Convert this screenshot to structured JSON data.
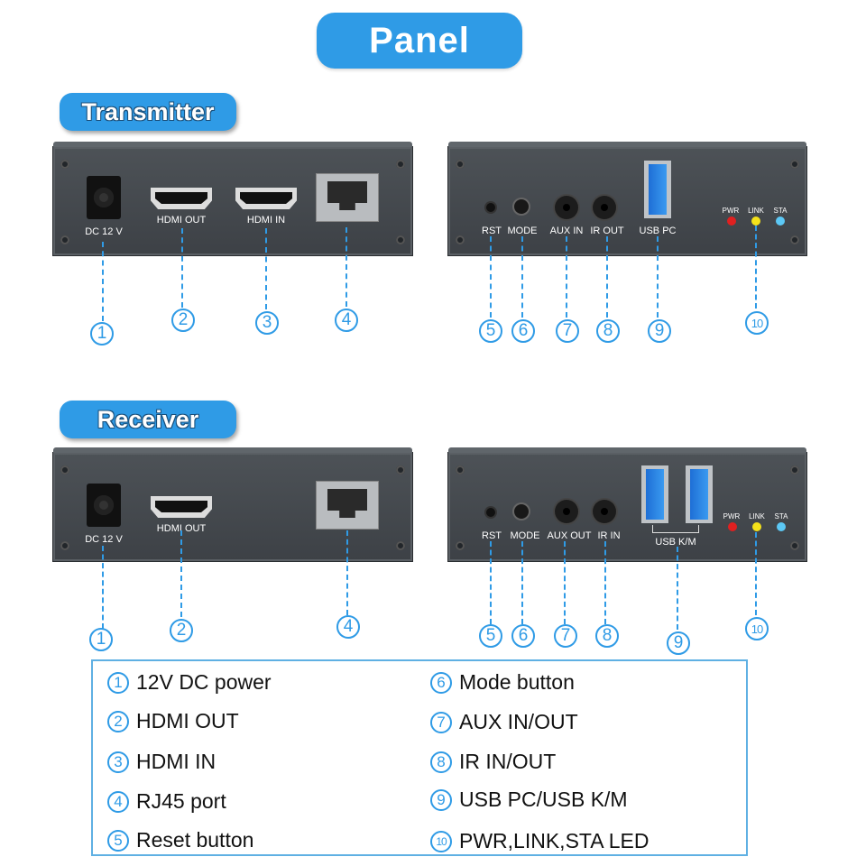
{
  "title": "Panel",
  "sections": {
    "transmitter": {
      "label": "Transmitter",
      "front_panel": {
        "ports": [
          {
            "id": 1,
            "label": "DC 12 V"
          },
          {
            "id": 2,
            "label": "HDMI OUT"
          },
          {
            "id": 3,
            "label": "HDMI IN"
          },
          {
            "id": 4,
            "label": ""
          }
        ]
      },
      "back_panel": {
        "ports": [
          {
            "id": 5,
            "label": "RST"
          },
          {
            "id": 6,
            "label": "MODE"
          },
          {
            "id": 7,
            "label": "AUX IN"
          },
          {
            "id": 8,
            "label": "IR OUT"
          },
          {
            "id": 9,
            "label": "USB PC"
          }
        ],
        "leds": [
          {
            "label": "PWR",
            "color": "#e02020"
          },
          {
            "label": "LINK",
            "color": "#f5e21a"
          },
          {
            "label": "STA",
            "color": "#5cc8f5"
          }
        ]
      }
    },
    "receiver": {
      "label": "Receiver",
      "front_panel": {
        "ports": [
          {
            "id": 1,
            "label": "DC 12 V"
          },
          {
            "id": 2,
            "label": "HDMI OUT"
          },
          {
            "id": 4,
            "label": ""
          }
        ]
      },
      "back_panel": {
        "ports": [
          {
            "id": 5,
            "label": "RST"
          },
          {
            "id": 6,
            "label": "MODE"
          },
          {
            "id": 7,
            "label": "AUX OUT"
          },
          {
            "id": 8,
            "label": "IR IN"
          },
          {
            "id": 9,
            "label": "USB K/M"
          }
        ],
        "leds": [
          {
            "label": "PWR",
            "color": "#e02020"
          },
          {
            "label": "LINK",
            "color": "#f5e21a"
          },
          {
            "label": "STA",
            "color": "#5cc8f5"
          }
        ]
      }
    }
  },
  "callout_numbers": [
    "①",
    "②",
    "③",
    "④",
    "⑤",
    "⑥",
    "⑦",
    "⑧",
    "⑨",
    "⑩"
  ],
  "legend": [
    {
      "num": "①",
      "text": "12V DC power"
    },
    {
      "num": "②",
      "text": "HDMI OUT"
    },
    {
      "num": "③",
      "text": "HDMI IN"
    },
    {
      "num": "④",
      "text": "RJ45 port"
    },
    {
      "num": "⑤",
      "text": "Reset button"
    },
    {
      "num": "⑥",
      "text": "Mode button"
    },
    {
      "num": "⑦",
      "text": "AUX IN/OUT"
    },
    {
      "num": "⑧",
      "text": "IR IN/OUT"
    },
    {
      "num": "⑨",
      "text": "USB PC/USB K/M"
    },
    {
      "num": "⑩",
      "text": "PWR,LINK,STA LED"
    }
  ],
  "colors": {
    "accent": "#2f9be6",
    "panel": "#45494e"
  }
}
